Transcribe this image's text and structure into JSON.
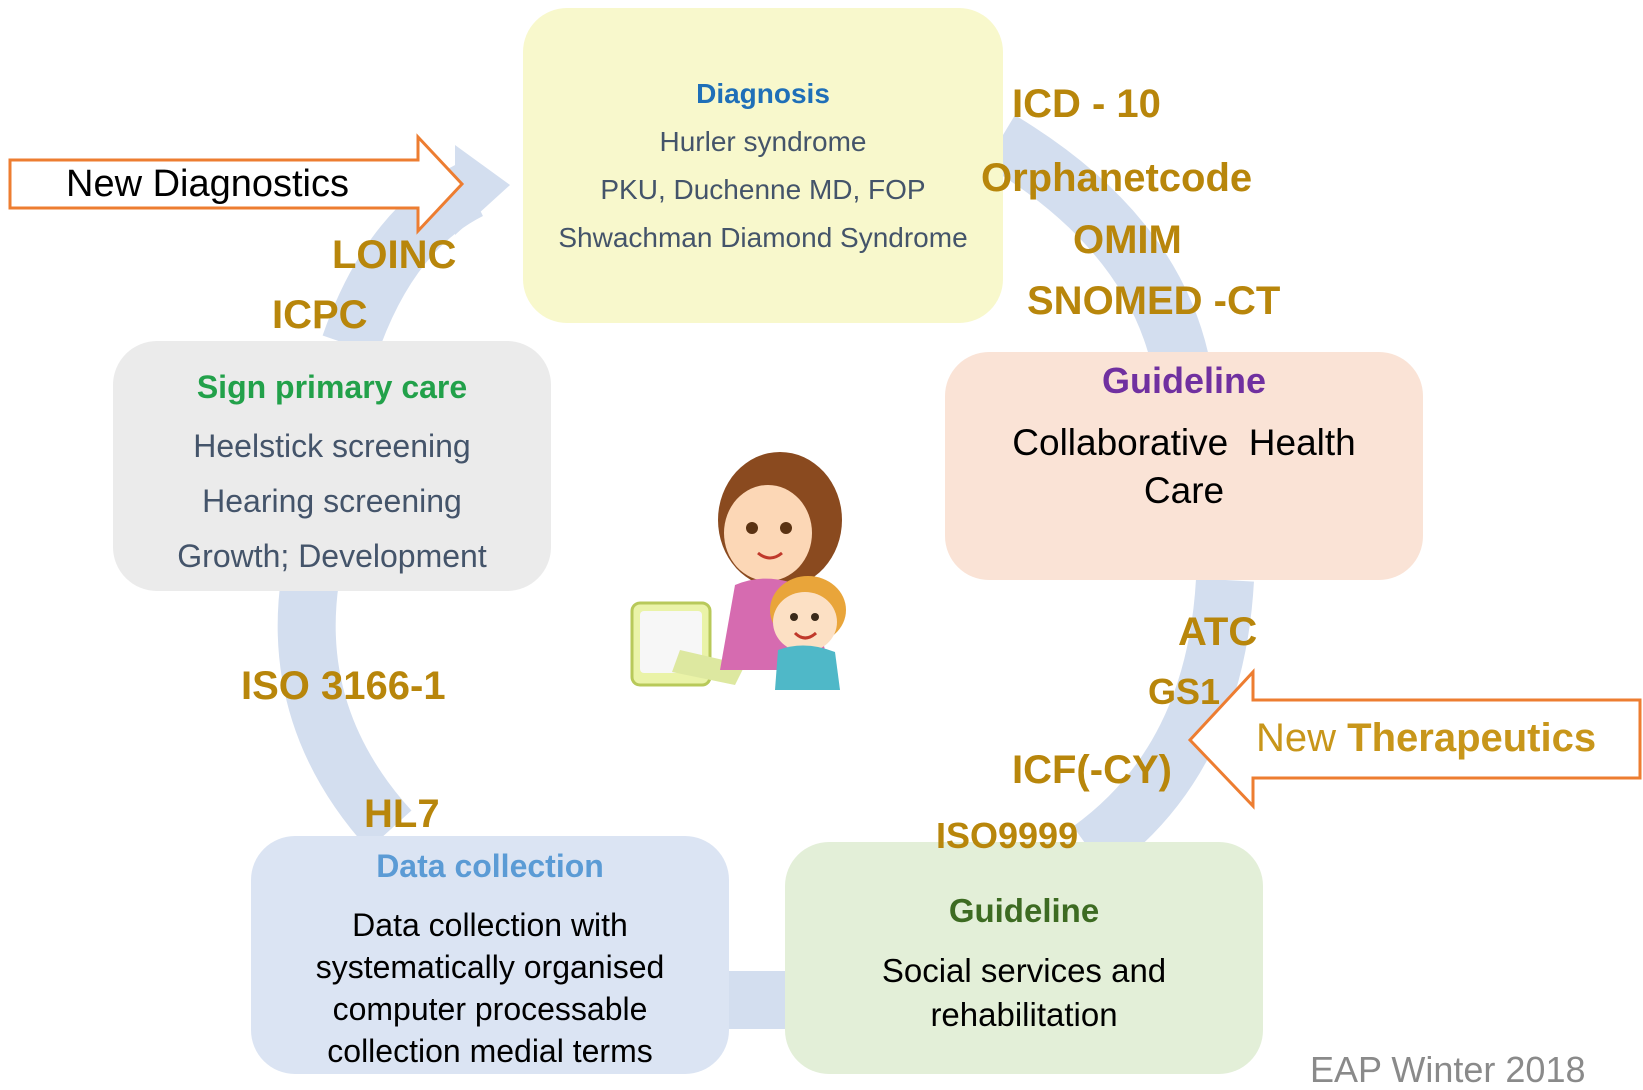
{
  "boxes": {
    "diagnosis": {
      "title": "Diagnosis",
      "lines": [
        "Hurler syndrome",
        "PKU, Duchenne MD, FOP",
        "Shwachman Diamond Syndrome"
      ]
    },
    "guideline_health": {
      "title": "Guideline",
      "lines": [
        "Collaborative  Health",
        "Care"
      ]
    },
    "guideline_social": {
      "title": "Guideline",
      "lines": [
        "Social services and",
        "rehabilitation"
      ]
    },
    "data_collection": {
      "title": "Data collection",
      "lines": [
        "Data collection with",
        "systematically organised",
        "computer processable",
        "collection medial terms"
      ]
    },
    "sign_primary_care": {
      "title": "Sign primary care",
      "lines": [
        "Heelstick screening",
        "Hearing screening",
        "Growth; Development"
      ]
    }
  },
  "standards": {
    "icd10": "ICD - 10",
    "orphanetcode": "Orphanetcode",
    "omim": "OMIM",
    "snomed": "SNOMED -CT",
    "atc": "ATC",
    "gs1": "GS1",
    "icf": "ICF(-CY)",
    "iso9999": "ISO9999",
    "hl7": "HL7",
    "iso3166": "ISO 3166-1",
    "icpc": "ICPC",
    "loinc": "LOINC"
  },
  "arrows": {
    "new_diagnostics": "New Diagnostics",
    "new_therapeutics_prefix": "New ",
    "new_therapeutics_bold": "Therapeutics"
  },
  "footer": "EAP Winter 2018",
  "colors": {
    "cycle_arrow": "#d3deef",
    "standard_text": "#b8860b",
    "diagnosis_fill": "#f8f8cc",
    "diagnosis_title": "#1f6fb8",
    "guideline_health_fill": "#fae3d6",
    "guideline_health_title": "#7030a0",
    "guideline_social_fill": "#e3efd8",
    "guideline_social_title": "#3d6b22",
    "data_collection_fill": "#dbe4f3",
    "data_collection_title": "#5b9bd5",
    "sign_fill": "#ebebeb",
    "sign_title": "#22a14a",
    "arrow_outline": "#ed7d31",
    "therapeutics_text": "#c8961a"
  },
  "illustration": "mother-child-computer-illustration"
}
